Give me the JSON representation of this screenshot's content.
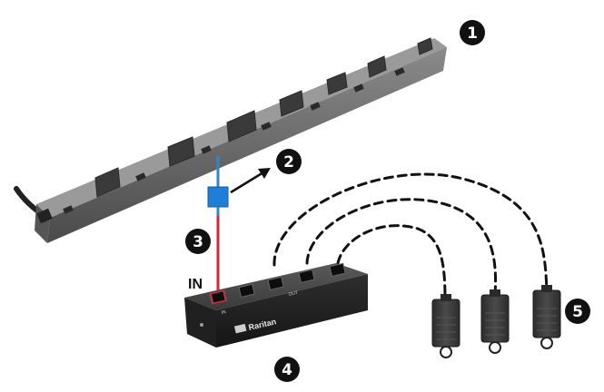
{
  "labels": {
    "in": "IN",
    "brand": "Raritan"
  },
  "callouts": [
    {
      "id": "pdu",
      "number": "1"
    },
    {
      "id": "adapter",
      "number": "2"
    },
    {
      "id": "cable",
      "number": "3"
    },
    {
      "id": "hub",
      "number": "4"
    },
    {
      "id": "sensors",
      "number": "5"
    }
  ],
  "colors": {
    "pdu_body": "#6b6b6b",
    "cable_blue": "#2f86c9",
    "adapter_blue": "#1f7fd6",
    "cable_red": "#d22a3a",
    "hub_body": "#2a2a2a",
    "sensor_body": "#3a3a3a",
    "badge": "#111111"
  },
  "icons": {
    "arrow": "arrow-right-up-icon"
  }
}
